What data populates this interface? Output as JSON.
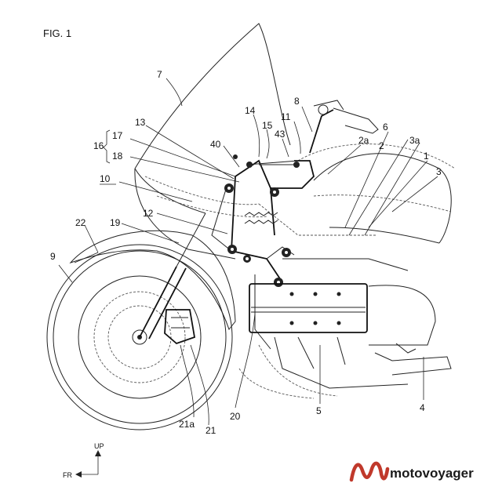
{
  "figure": {
    "title": "FIG. 1"
  },
  "labels": {
    "l7": "7",
    "l8": "8",
    "l13": "13",
    "l14": "14",
    "l11": "11",
    "l15": "15",
    "l43": "43",
    "l2a": "2a",
    "l2": "2",
    "l6": "6",
    "l3a": "3a",
    "l1": "1",
    "l3": "3",
    "l16": "16",
    "l17": "17",
    "l18": "18",
    "l40": "40",
    "l10": "10",
    "l12": "12",
    "l19": "19",
    "l22": "22",
    "l9": "9",
    "l21a": "21a",
    "l21": "21",
    "l20": "20",
    "l5": "5",
    "l4": "4"
  },
  "axes": {
    "up": "UP",
    "fr": "FR"
  },
  "watermark": {
    "text": "motovoyager",
    "color": "#c0392b"
  }
}
